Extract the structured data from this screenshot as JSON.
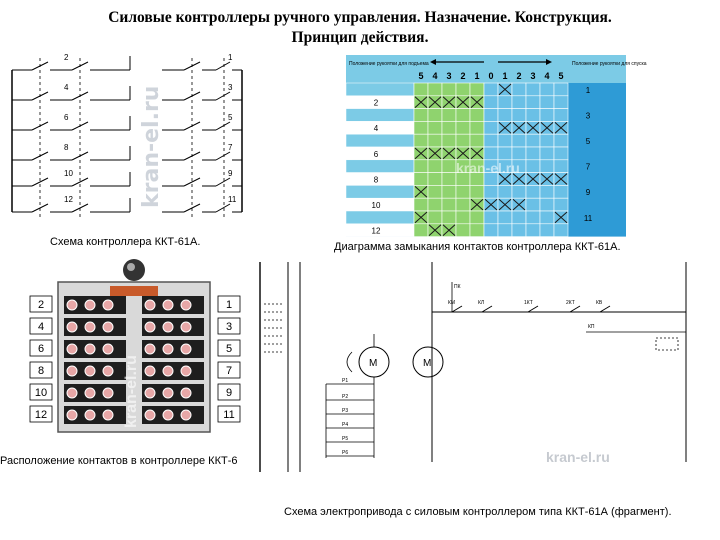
{
  "title_line1": "Силовые контроллеры ручного управления. Назначение. Конструкция.",
  "title_line2": "Принцип действия.",
  "watermark": "kran-el.ru",
  "captions": {
    "schema": "Схема контроллера ККТ-61А.",
    "diagram": "Диаграмма замыкания контактов контроллера ККТ-61А.",
    "layout": "Расположение контактов в контроллере ККТ-6",
    "drive": "Схема электропривода с силовым контроллером типа ККТ-61А (фрагмент)."
  },
  "schema": {
    "left_numbers": [
      "2",
      "4",
      "6",
      "8",
      "10",
      "12"
    ],
    "right_numbers": [
      "1",
      "3",
      "5",
      "7",
      "9",
      "11"
    ]
  },
  "diagram": {
    "header_left": "Положение рукоятки для подъема",
    "header_right": "Положение рукоятки для спуска",
    "positions": [
      "5",
      "4",
      "3",
      "2",
      "1",
      "0",
      "1",
      "2",
      "3",
      "4",
      "5"
    ],
    "row_labels": [
      "1",
      "2",
      "3",
      "4",
      "5",
      "6",
      "7",
      "8",
      "9",
      "10",
      "11",
      "12"
    ],
    "colors": {
      "grid_bg": "#2e9bd6",
      "header_bg": "#7ccbe6",
      "closed_left": "#8fd36e",
      "closed_right": "#6ac0e6",
      "cross": "#1a1a1a"
    },
    "closures": [
      [
        6
      ],
      [
        0,
        1,
        2,
        3,
        4
      ],
      [],
      [
        6,
        7,
        8,
        9,
        10
      ],
      [],
      [
        0,
        1,
        2,
        3,
        4
      ],
      [],
      [
        6,
        7,
        8,
        9,
        10
      ],
      [
        0
      ],
      [
        4,
        5,
        6,
        7
      ],
      [
        0,
        10
      ],
      [
        1,
        2
      ]
    ]
  },
  "layout": {
    "left_numbers": [
      "2",
      "4",
      "6",
      "8",
      "10",
      "12"
    ],
    "right_numbers": [
      "1",
      "3",
      "5",
      "7",
      "9",
      "11"
    ]
  },
  "drive": {
    "labels": [
      "КМ",
      "КЛ",
      "1КТ",
      "2КТ",
      "КВ",
      "ПК",
      "КП",
      "Р1",
      "Р2",
      "Р3",
      "Р4",
      "Р5",
      "Р6",
      "М",
      "М"
    ]
  }
}
